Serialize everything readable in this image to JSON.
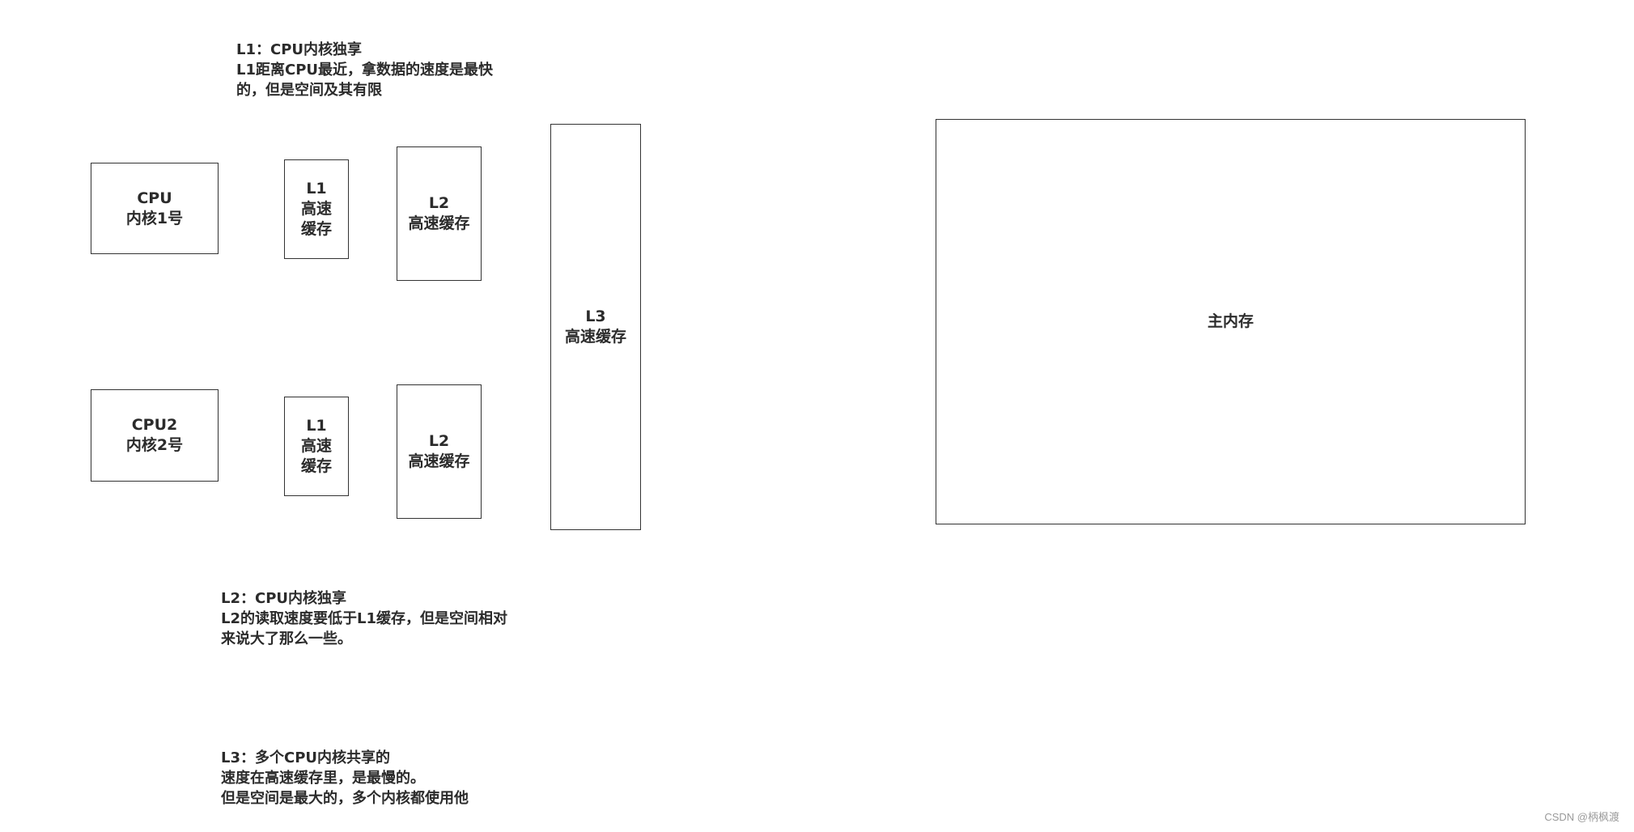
{
  "notes": {
    "l1": {
      "title": "L1：CPU内核独享",
      "line1": "L1距离CPU最近，拿数据的速度是最快",
      "line2": "的，但是空间及其有限"
    },
    "l2": {
      "title": "L2：CPU内核独享",
      "line1": "L2的读取速度要低于L1缓存，但是空间相对",
      "line2": "来说大了那么一些。"
    },
    "l3": {
      "title": "L3：多个CPU内核共享的",
      "line1": "速度在高速缓存里，是最慢的。",
      "line2": "但是空间是最大的，多个内核都使用他"
    }
  },
  "boxes": {
    "cpu1": {
      "line1": "CPU",
      "line2": "内核1号"
    },
    "cpu2": {
      "line1": "CPU2",
      "line2": "内核2号"
    },
    "l1_top": {
      "line1": "L1",
      "line2": "高速",
      "line3": "缓存"
    },
    "l1_bottom": {
      "line1": "L1",
      "line2": "高速",
      "line3": "缓存"
    },
    "l2_top": {
      "line1": "L2",
      "line2": "高速缓存"
    },
    "l2_bottom": {
      "line1": "L2",
      "line2": "高速缓存"
    },
    "l3": {
      "line1": "L3",
      "line2": "高速缓存"
    },
    "main_memory": {
      "label": "主内存"
    }
  },
  "watermark": "CSDN @柄枫渡"
}
